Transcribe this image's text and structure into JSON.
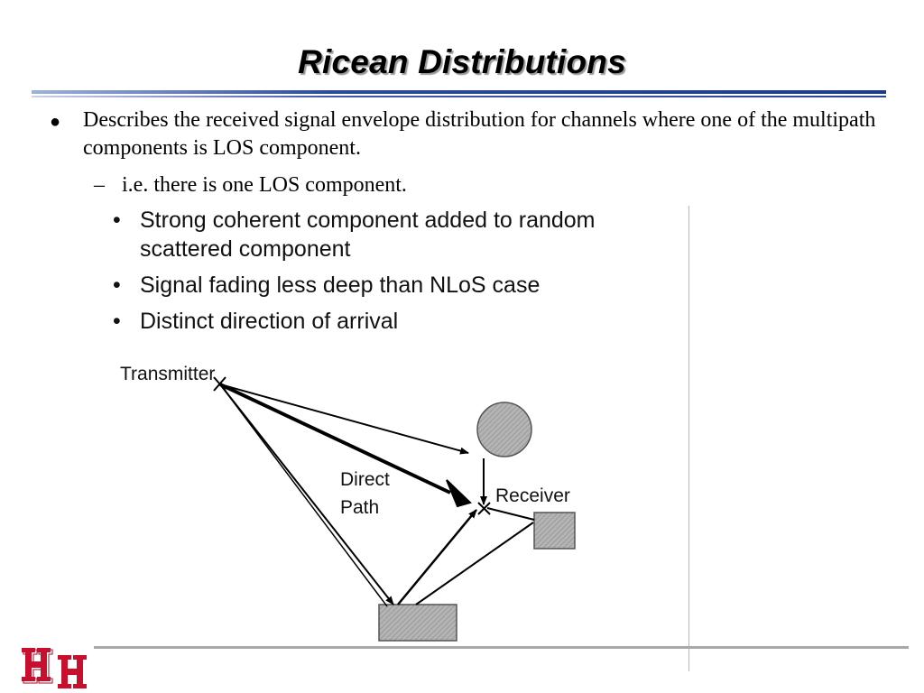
{
  "slide": {
    "title": "Ricean Distributions",
    "bullet_main": "Describes the received signal envelope distribution for channels where one of the multipath components is LOS component.",
    "bullet_sub": "i.e. there is one LOS component.",
    "bullet_dot": "●",
    "sub_dash": "–"
  },
  "figure": {
    "items": [
      "Strong coherent component added to random",
      "scattered component",
      "Signal fading less deep than NLoS case",
      "Distinct direction of arrival"
    ],
    "dot": "•",
    "labels": {
      "transmitter": "Transmitter",
      "direct_path_1": "Direct",
      "direct_path_2": "Path",
      "receiver": "Receiver"
    }
  },
  "logo": {
    "name": "UH logo",
    "text": "UH",
    "color": "#c8102e"
  }
}
